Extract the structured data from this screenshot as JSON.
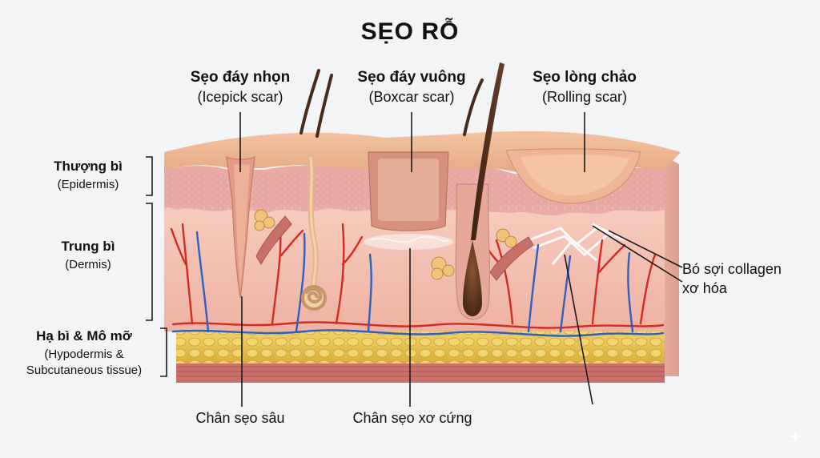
{
  "title": "SẸO RỖ",
  "scar_types": [
    {
      "name": "Sẹo đáy nhọn",
      "english": "(Icepick scar)"
    },
    {
      "name": "Sẹo đáy vuông",
      "english": "(Boxcar scar)"
    },
    {
      "name": "Sẹo lòng chảo",
      "english": "(Rolling scar)"
    }
  ],
  "layers": [
    {
      "name": "Thượng bì",
      "english": "(Epidermis)"
    },
    {
      "name": "Trung bì",
      "english": "(Dermis)"
    },
    {
      "name": "Hạ bì & Mô mỡ",
      "english_line1": "(Hypodermis &",
      "english_line2": "Subcutaneous tissue)"
    }
  ],
  "annotations": {
    "collagen_line1": "Bó sợi collagen",
    "collagen_line2": "xơ hóa",
    "deep_base": "Chân sẹo sâu",
    "fibrous_base": "Chân sẹo xơ cứng"
  },
  "colors": {
    "epidermis": "#e9a9a4",
    "dermis": "#f3c2b4",
    "top_skin": "#eeb48e",
    "fat": "#e9c24a",
    "muscle": "#c9706a",
    "artery": "#d42a20",
    "vein": "#2f5fbf"
  }
}
